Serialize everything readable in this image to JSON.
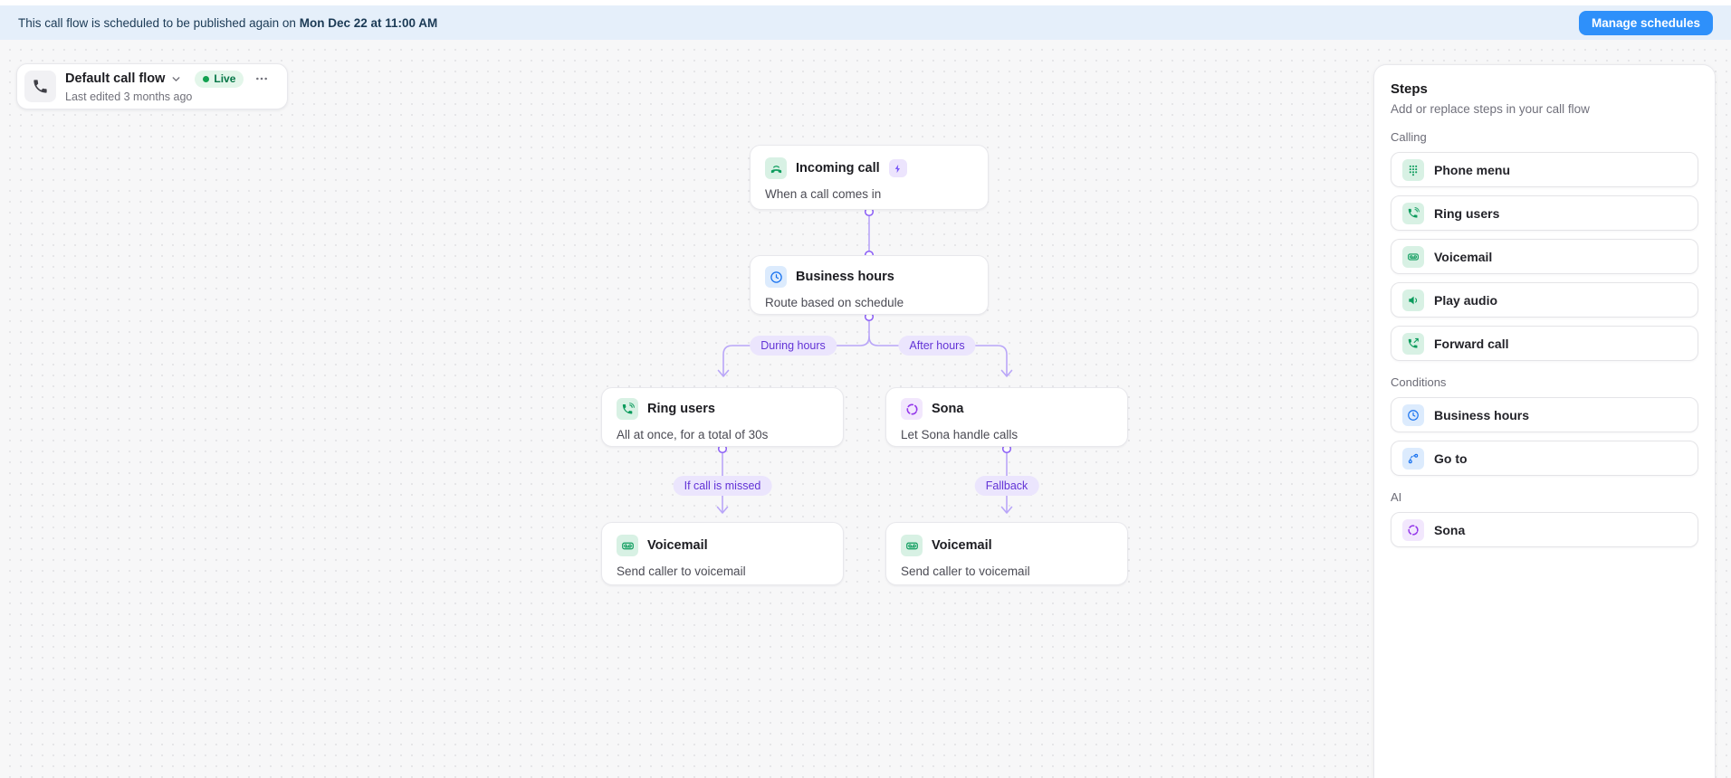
{
  "banner": {
    "message_prefix": "This call flow is scheduled to be published again on ",
    "message_date": "Mon Dec 22 at 11:00 AM",
    "manage_button": "Manage schedules"
  },
  "flow_header": {
    "title": "Default call flow",
    "status_badge": "Live",
    "last_edited": "Last edited 3 months ago"
  },
  "nodes": {
    "incoming_call": {
      "title": "Incoming call",
      "subtitle": "When a call comes in",
      "icon": "incoming-call-icon"
    },
    "business_hours": {
      "title": "Business hours",
      "subtitle": "Route based on schedule",
      "icon": "clock-icon"
    },
    "ring_users": {
      "title": "Ring users",
      "subtitle": "All at once, for a total of 30s",
      "icon": "phone-ring-icon"
    },
    "sona": {
      "title": "Sona",
      "subtitle": "Let Sona handle calls",
      "icon": "sona-swirl-icon"
    },
    "voicemail_left": {
      "title": "Voicemail",
      "subtitle": "Send caller to voicemail",
      "icon": "voicemail-icon"
    },
    "voicemail_right": {
      "title": "Voicemail",
      "subtitle": "Send caller to voicemail",
      "icon": "voicemail-icon"
    }
  },
  "edge_labels": {
    "during_hours": "During hours",
    "after_hours": "After hours",
    "if_missed": "If call is missed",
    "fallback": "Fallback"
  },
  "sidebar": {
    "title": "Steps",
    "subtitle": "Add or replace steps in your call flow",
    "sections": [
      {
        "label": "Calling",
        "items": [
          {
            "label": "Phone menu",
            "icon": "dialpad-icon"
          },
          {
            "label": "Ring users",
            "icon": "phone-ring-icon"
          },
          {
            "label": "Voicemail",
            "icon": "voicemail-icon"
          },
          {
            "label": "Play audio",
            "icon": "speaker-icon"
          },
          {
            "label": "Forward call",
            "icon": "phone-forward-icon"
          }
        ]
      },
      {
        "label": "Conditions",
        "items": [
          {
            "label": "Business hours",
            "icon": "clock-icon"
          },
          {
            "label": "Go to",
            "icon": "go-to-icon"
          }
        ]
      },
      {
        "label": "AI",
        "items": [
          {
            "label": "Sona",
            "icon": "sona-swirl-icon"
          }
        ]
      }
    ]
  },
  "colors": {
    "accent_blue": "#2e90fa",
    "banner_bg": "#e5effa",
    "live_green": "#067647",
    "step_green": "#0b9b5c",
    "step_blue": "#1570ef",
    "step_purple": "#9335ea",
    "edge_purple": "#b9a6f8",
    "pill_text": "#6233d6"
  }
}
